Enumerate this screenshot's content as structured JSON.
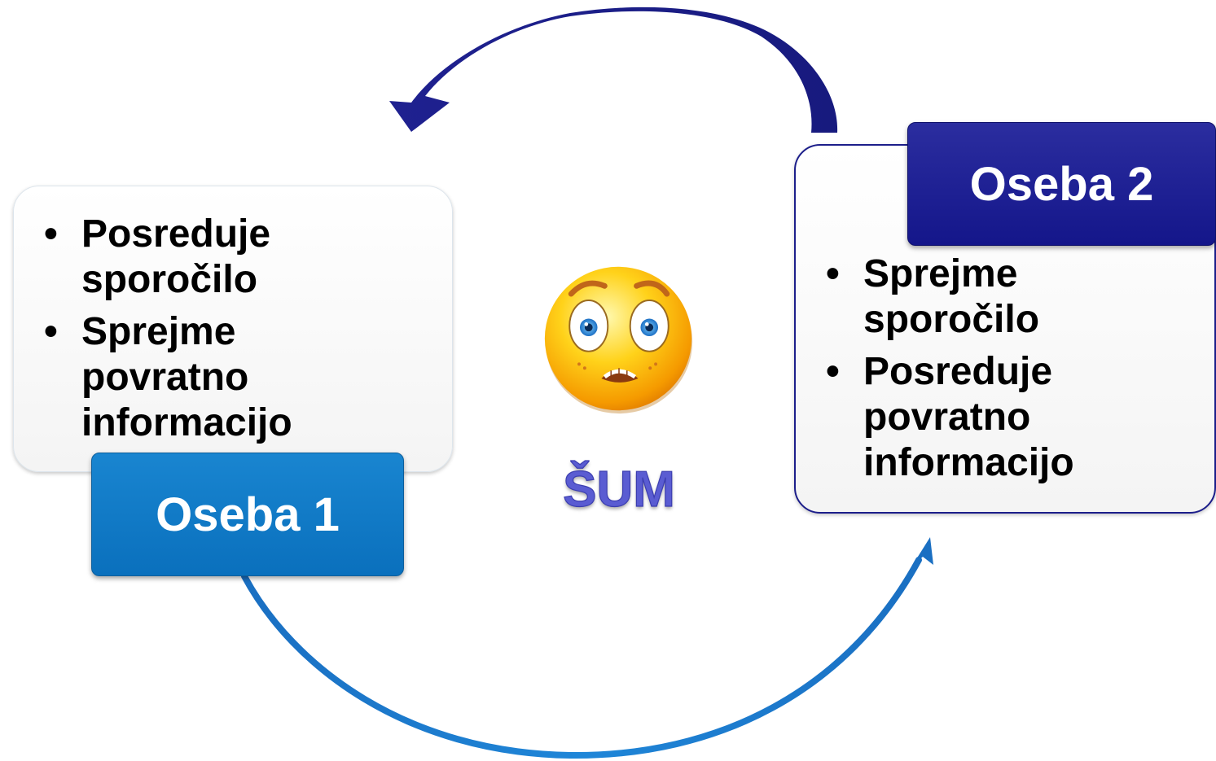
{
  "person_1": {
    "label": "Oseba 1",
    "items": [
      {
        "line1": "Posreduje",
        "line2": "sporočilo",
        "line3": ""
      },
      {
        "line1": "Sprejme",
        "line2": "povratno",
        "line3": "informacijo"
      }
    ]
  },
  "person_2": {
    "label": "Oseba 2",
    "items": [
      {
        "line1": "Sprejme",
        "line2": "sporočilo",
        "line3": ""
      },
      {
        "line1": "Posreduje",
        "line2": "povratno",
        "line3": "informacijo"
      }
    ]
  },
  "noise": {
    "label": "ŠUM",
    "icon": "scared-face-icon"
  },
  "colors": {
    "person_1_box": "#0a74c4",
    "person_2_box": "#1a1c8e",
    "arrow_top": "#1e2088",
    "arrow_bottom": "#1a78cc",
    "noise_text": "#5a5cd2"
  }
}
